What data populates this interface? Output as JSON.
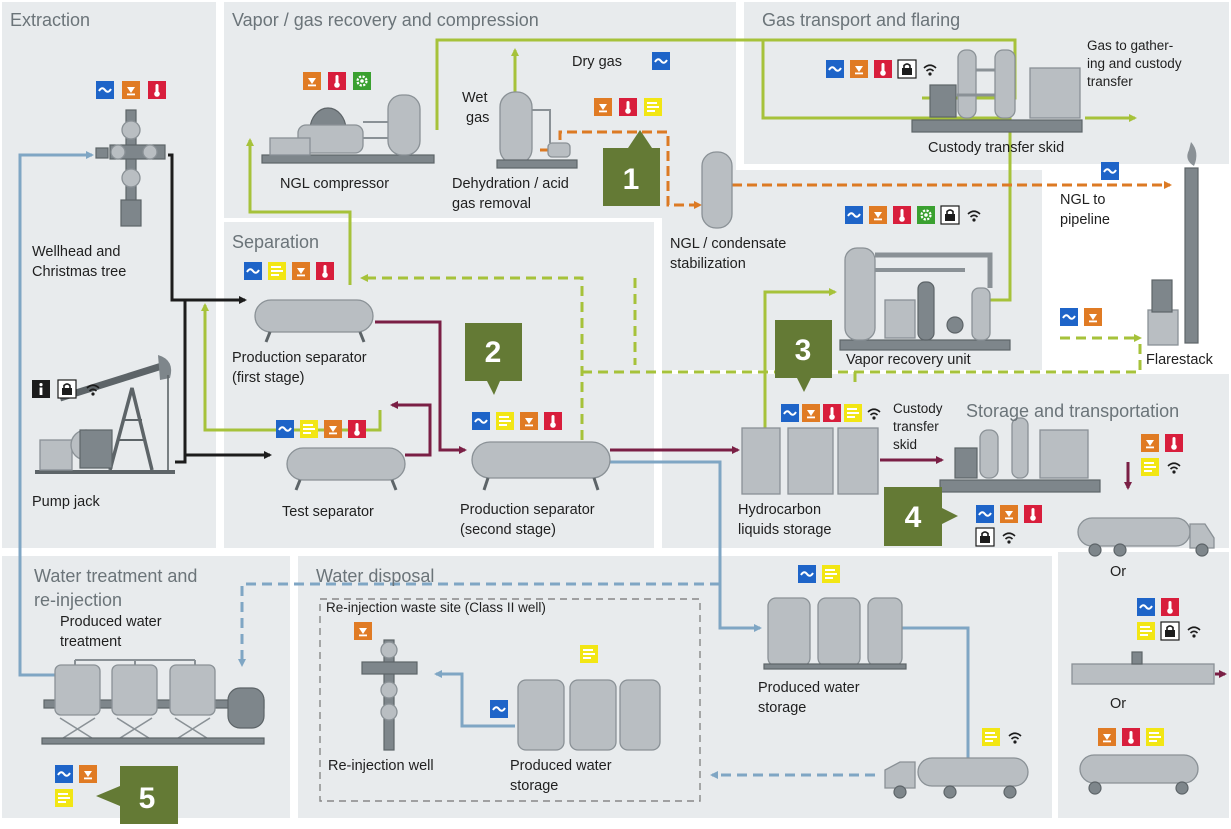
{
  "sections": {
    "extraction": "Extraction",
    "vapor": "Vapor / gas recovery and compression",
    "gas_transport": "Gas transport and flaring",
    "separation": "Separation",
    "storage": "Storage and transportation",
    "water_treatment_1": "Water treatment and",
    "water_treatment_2": "re-injection",
    "water_disposal": "Water disposal"
  },
  "labels": {
    "wellhead_1": "Wellhead and",
    "wellhead_2": "Christmas tree",
    "pump_jack": "Pump jack",
    "ngl_compressor": "NGL compressor",
    "dehydration_1": "Dehydration / acid",
    "dehydration_2": "gas removal",
    "wet_gas_1": "Wet",
    "wet_gas_2": "gas",
    "dry_gas": "Dry gas",
    "ngl_stab_1": "NGL / condensate",
    "ngl_stab_2": "stabilization",
    "gas_gathering_1": "Gas to gather-",
    "gas_gathering_2": "ing and custody",
    "gas_gathering_3": "transfer",
    "custody_skid_top": "Custody transfer skid",
    "ngl_pipeline_1": "NGL to",
    "ngl_pipeline_2": "pipeline",
    "flarestack": "Flarestack",
    "vru": "Vapor recovery unit",
    "prod_sep1_1": "Production separator",
    "prod_sep1_2": "(first stage)",
    "test_sep": "Test separator",
    "prod_sep2_1": "Production separator",
    "prod_sep2_2": "(second stage)",
    "hc_storage_1": "Hydrocarbon",
    "hc_storage_2": "liquids storage",
    "custody_skid_1": "Custody",
    "custody_skid_2": "transfer",
    "custody_skid_3": "skid",
    "or_1": "Or",
    "or_2": "Or",
    "pw_treat_1": "Produced water",
    "pw_treat_2": "treatment",
    "reinj_site": "Re-injection waste site (Class II well)",
    "reinj_well": "Re-injection well",
    "pw_storage_disp_1": "Produced water",
    "pw_storage_disp_2": "storage",
    "pw_storage_1": "Produced water",
    "pw_storage_2": "storage"
  },
  "badges": [
    "1",
    "2",
    "3",
    "4",
    "5"
  ],
  "colors": {
    "section_bg": "#e8ebed",
    "gas_line": "#a6c23a",
    "oil_line": "#7a1f45",
    "ngl_line": "#dc7a24",
    "water_line": "#7fa6c4",
    "black_line": "#1c1c1c",
    "badge": "#647a35",
    "icon_blue": "#1e64c8",
    "icon_orange": "#e07b24",
    "icon_red": "#d81e3c",
    "icon_yellow": "#f2e614",
    "icon_green": "#3aa030"
  }
}
